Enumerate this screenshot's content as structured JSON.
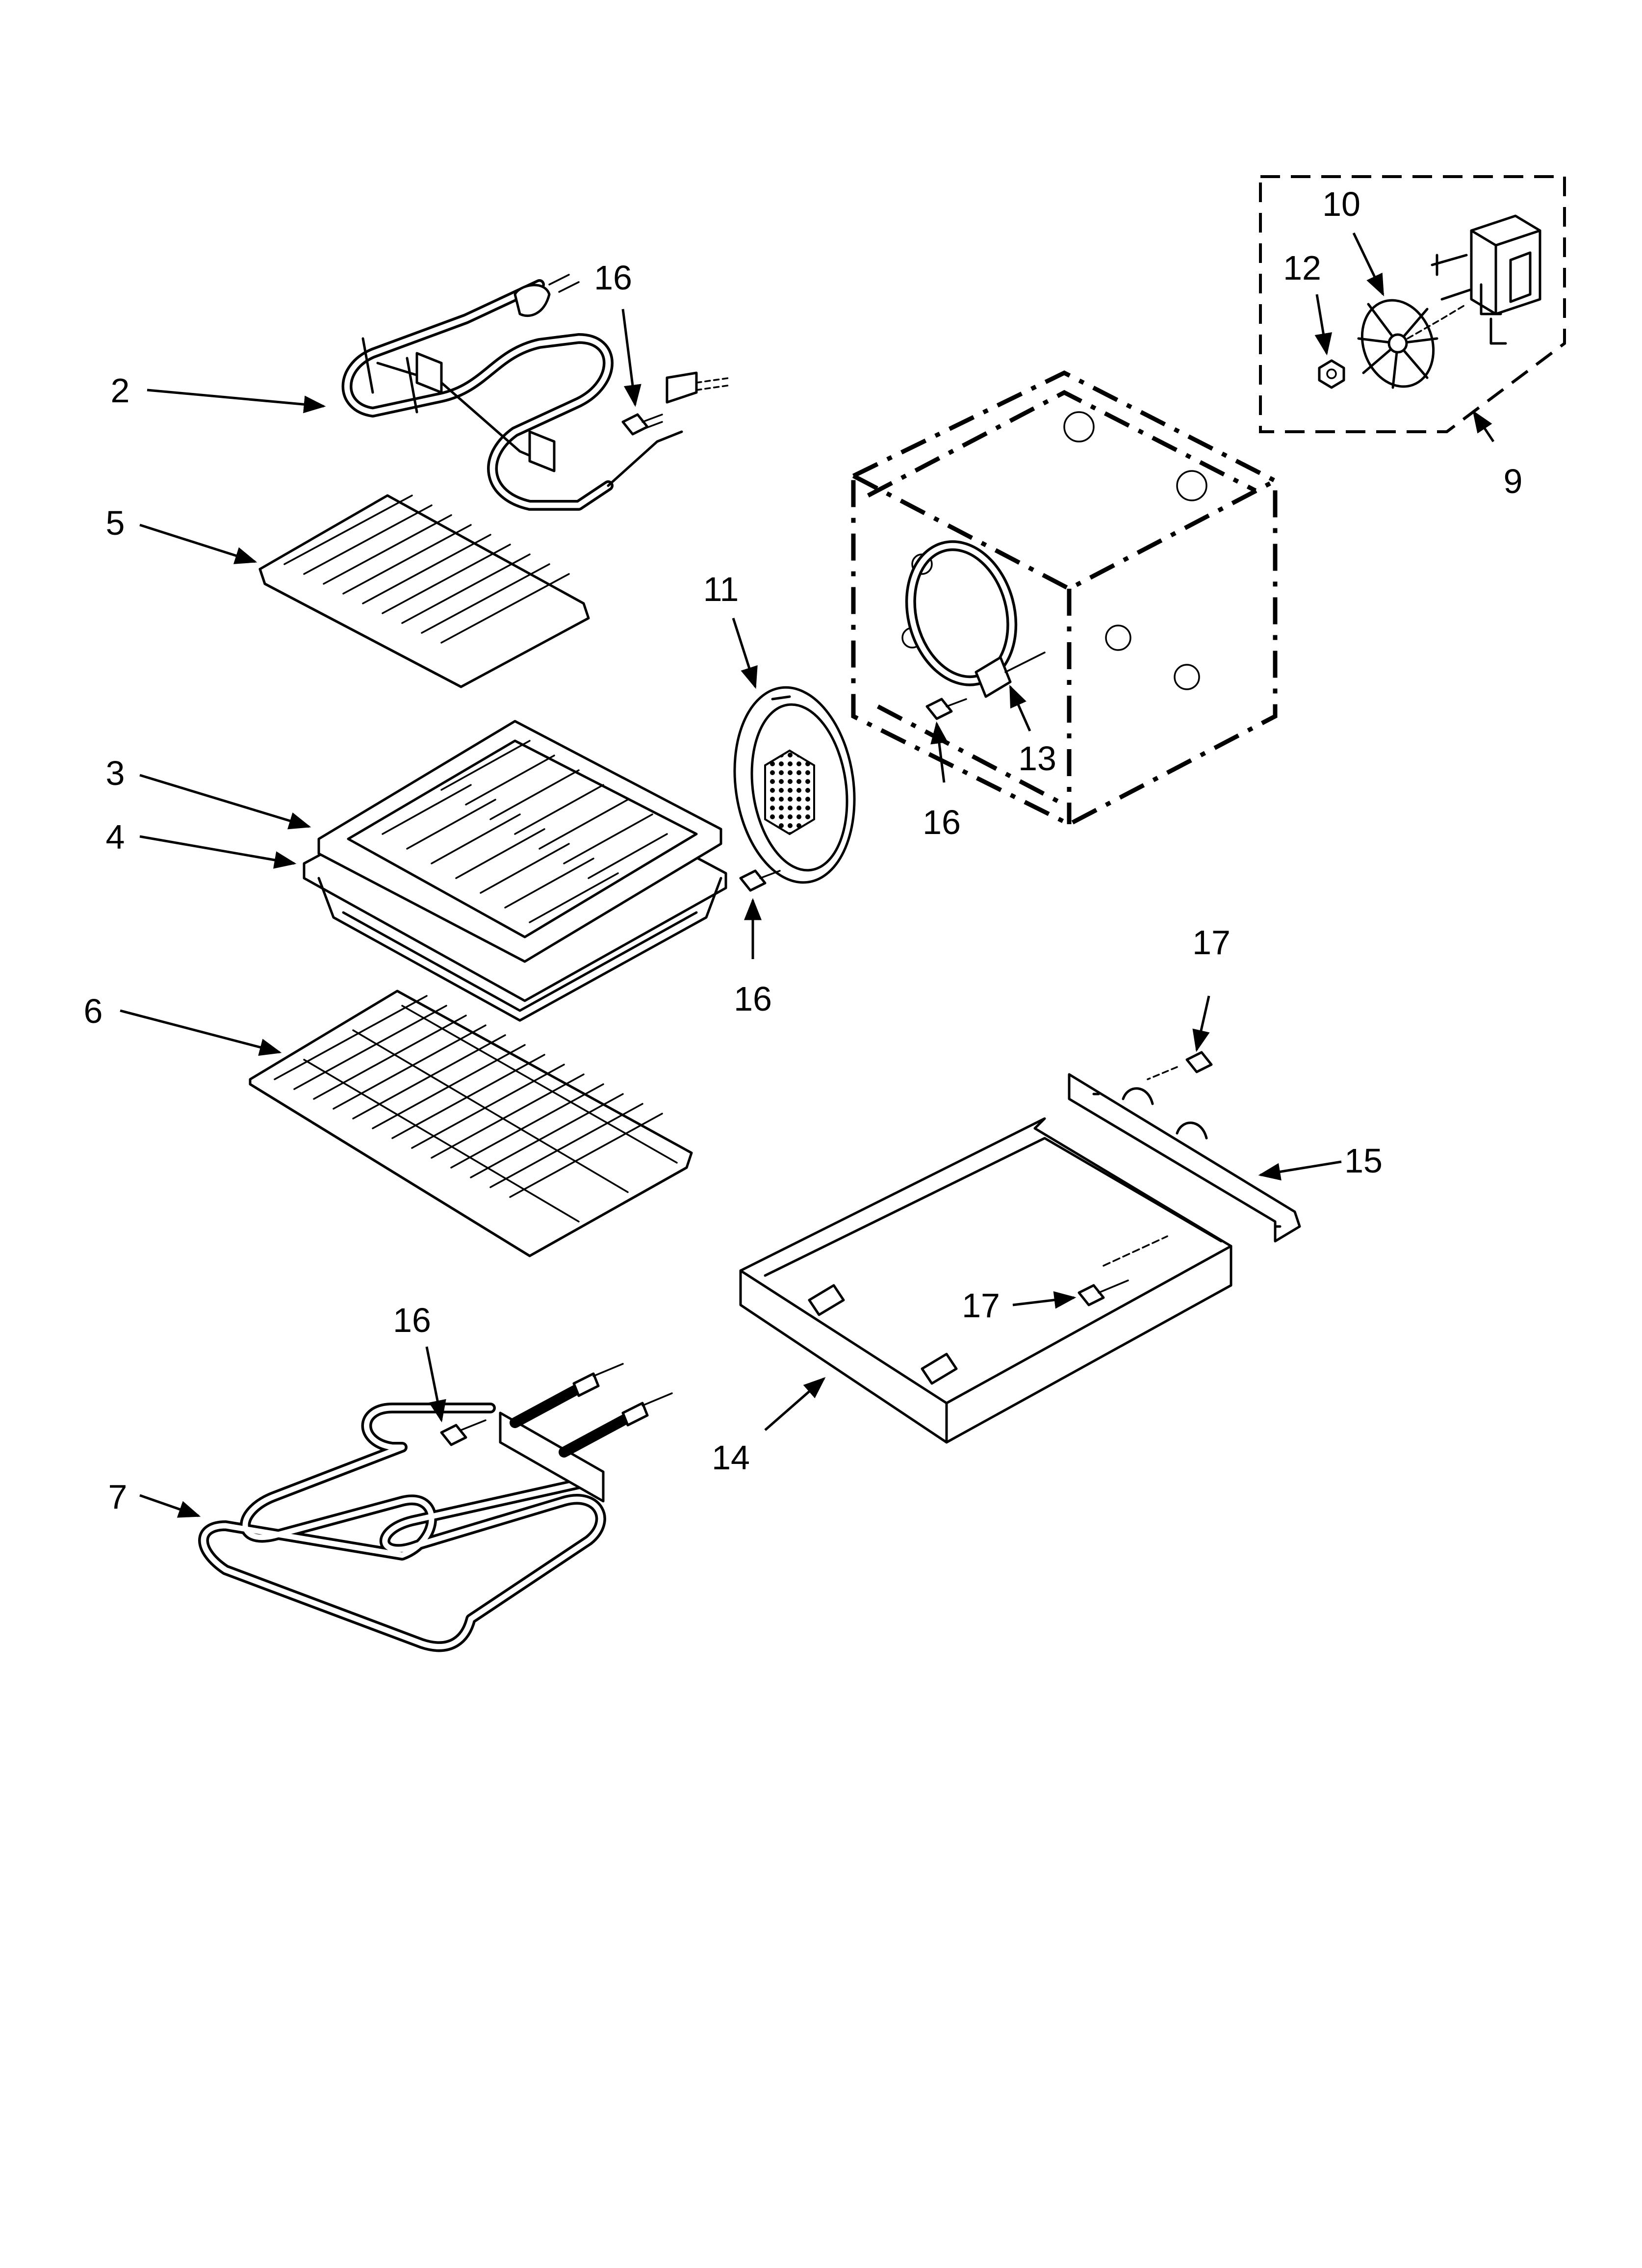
{
  "diagram": {
    "callouts": {
      "c2": "2",
      "c3": "3",
      "c4": "4",
      "c5": "5",
      "c6": "6",
      "c7": "7",
      "c9": "9",
      "c10": "10",
      "c11": "11",
      "c12": "12",
      "c13": "13",
      "c14": "14",
      "c15": "15",
      "c16a": "16",
      "c16b": "16",
      "c16c": "16",
      "c16d": "16",
      "c17a": "17",
      "c17b": "17"
    }
  }
}
